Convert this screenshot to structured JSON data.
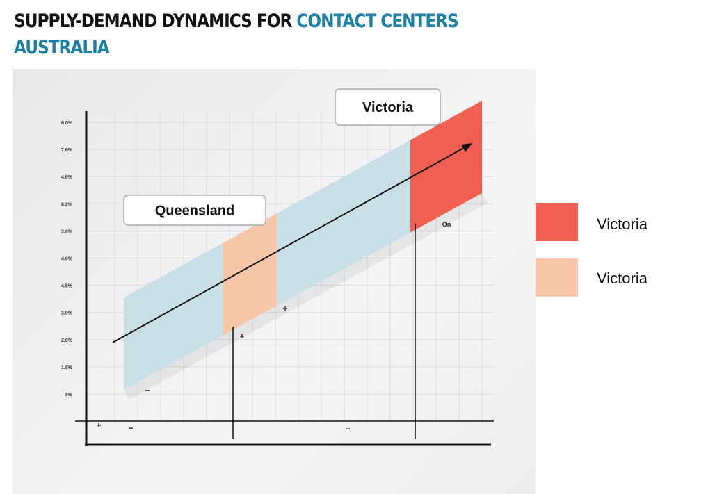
{
  "title": {
    "part1": "SUPPLY-DEMAND DYNAMICS FOR ",
    "part2": "CONTACT CENTERS",
    "line2": "AUSTRALIA"
  },
  "colors": {
    "accent": "#1b7fa6",
    "band_blue": "#c9dfe6",
    "band_peach": "#f7c6a8",
    "band_red": "#f05f50"
  },
  "chart_data": {
    "type": "area",
    "title": "SUPPLY-DEMAND DYNAMICS FOR CONTACT CENTERS AUSTRALIA",
    "y_tick_labels": [
      "6.0%",
      "7.6%",
      "4.6%",
      "8.2%",
      "3.8%",
      "4.6%",
      "4.5%",
      "3.0%",
      "2.8%",
      "1.8%",
      "5%"
    ],
    "segments": [
      {
        "color": "#c9dfe6",
        "label": ""
      },
      {
        "color": "#f7c6a8",
        "label": "Queensland"
      },
      {
        "color": "#c9dfe6",
        "label": ""
      },
      {
        "color": "#f05f50",
        "label": "Victoria"
      }
    ],
    "callouts": [
      "Queensland",
      "Victoria"
    ],
    "annotations": [
      "On",
      "+",
      "+",
      "+",
      "−",
      "−",
      "−"
    ],
    "trend": "increasing",
    "legend": [
      {
        "label": "Victoria",
        "color": "#f05f50"
      },
      {
        "label": "Victoria",
        "color": "#f7c6a8"
      }
    ],
    "legend_position": "right",
    "grid": true
  }
}
